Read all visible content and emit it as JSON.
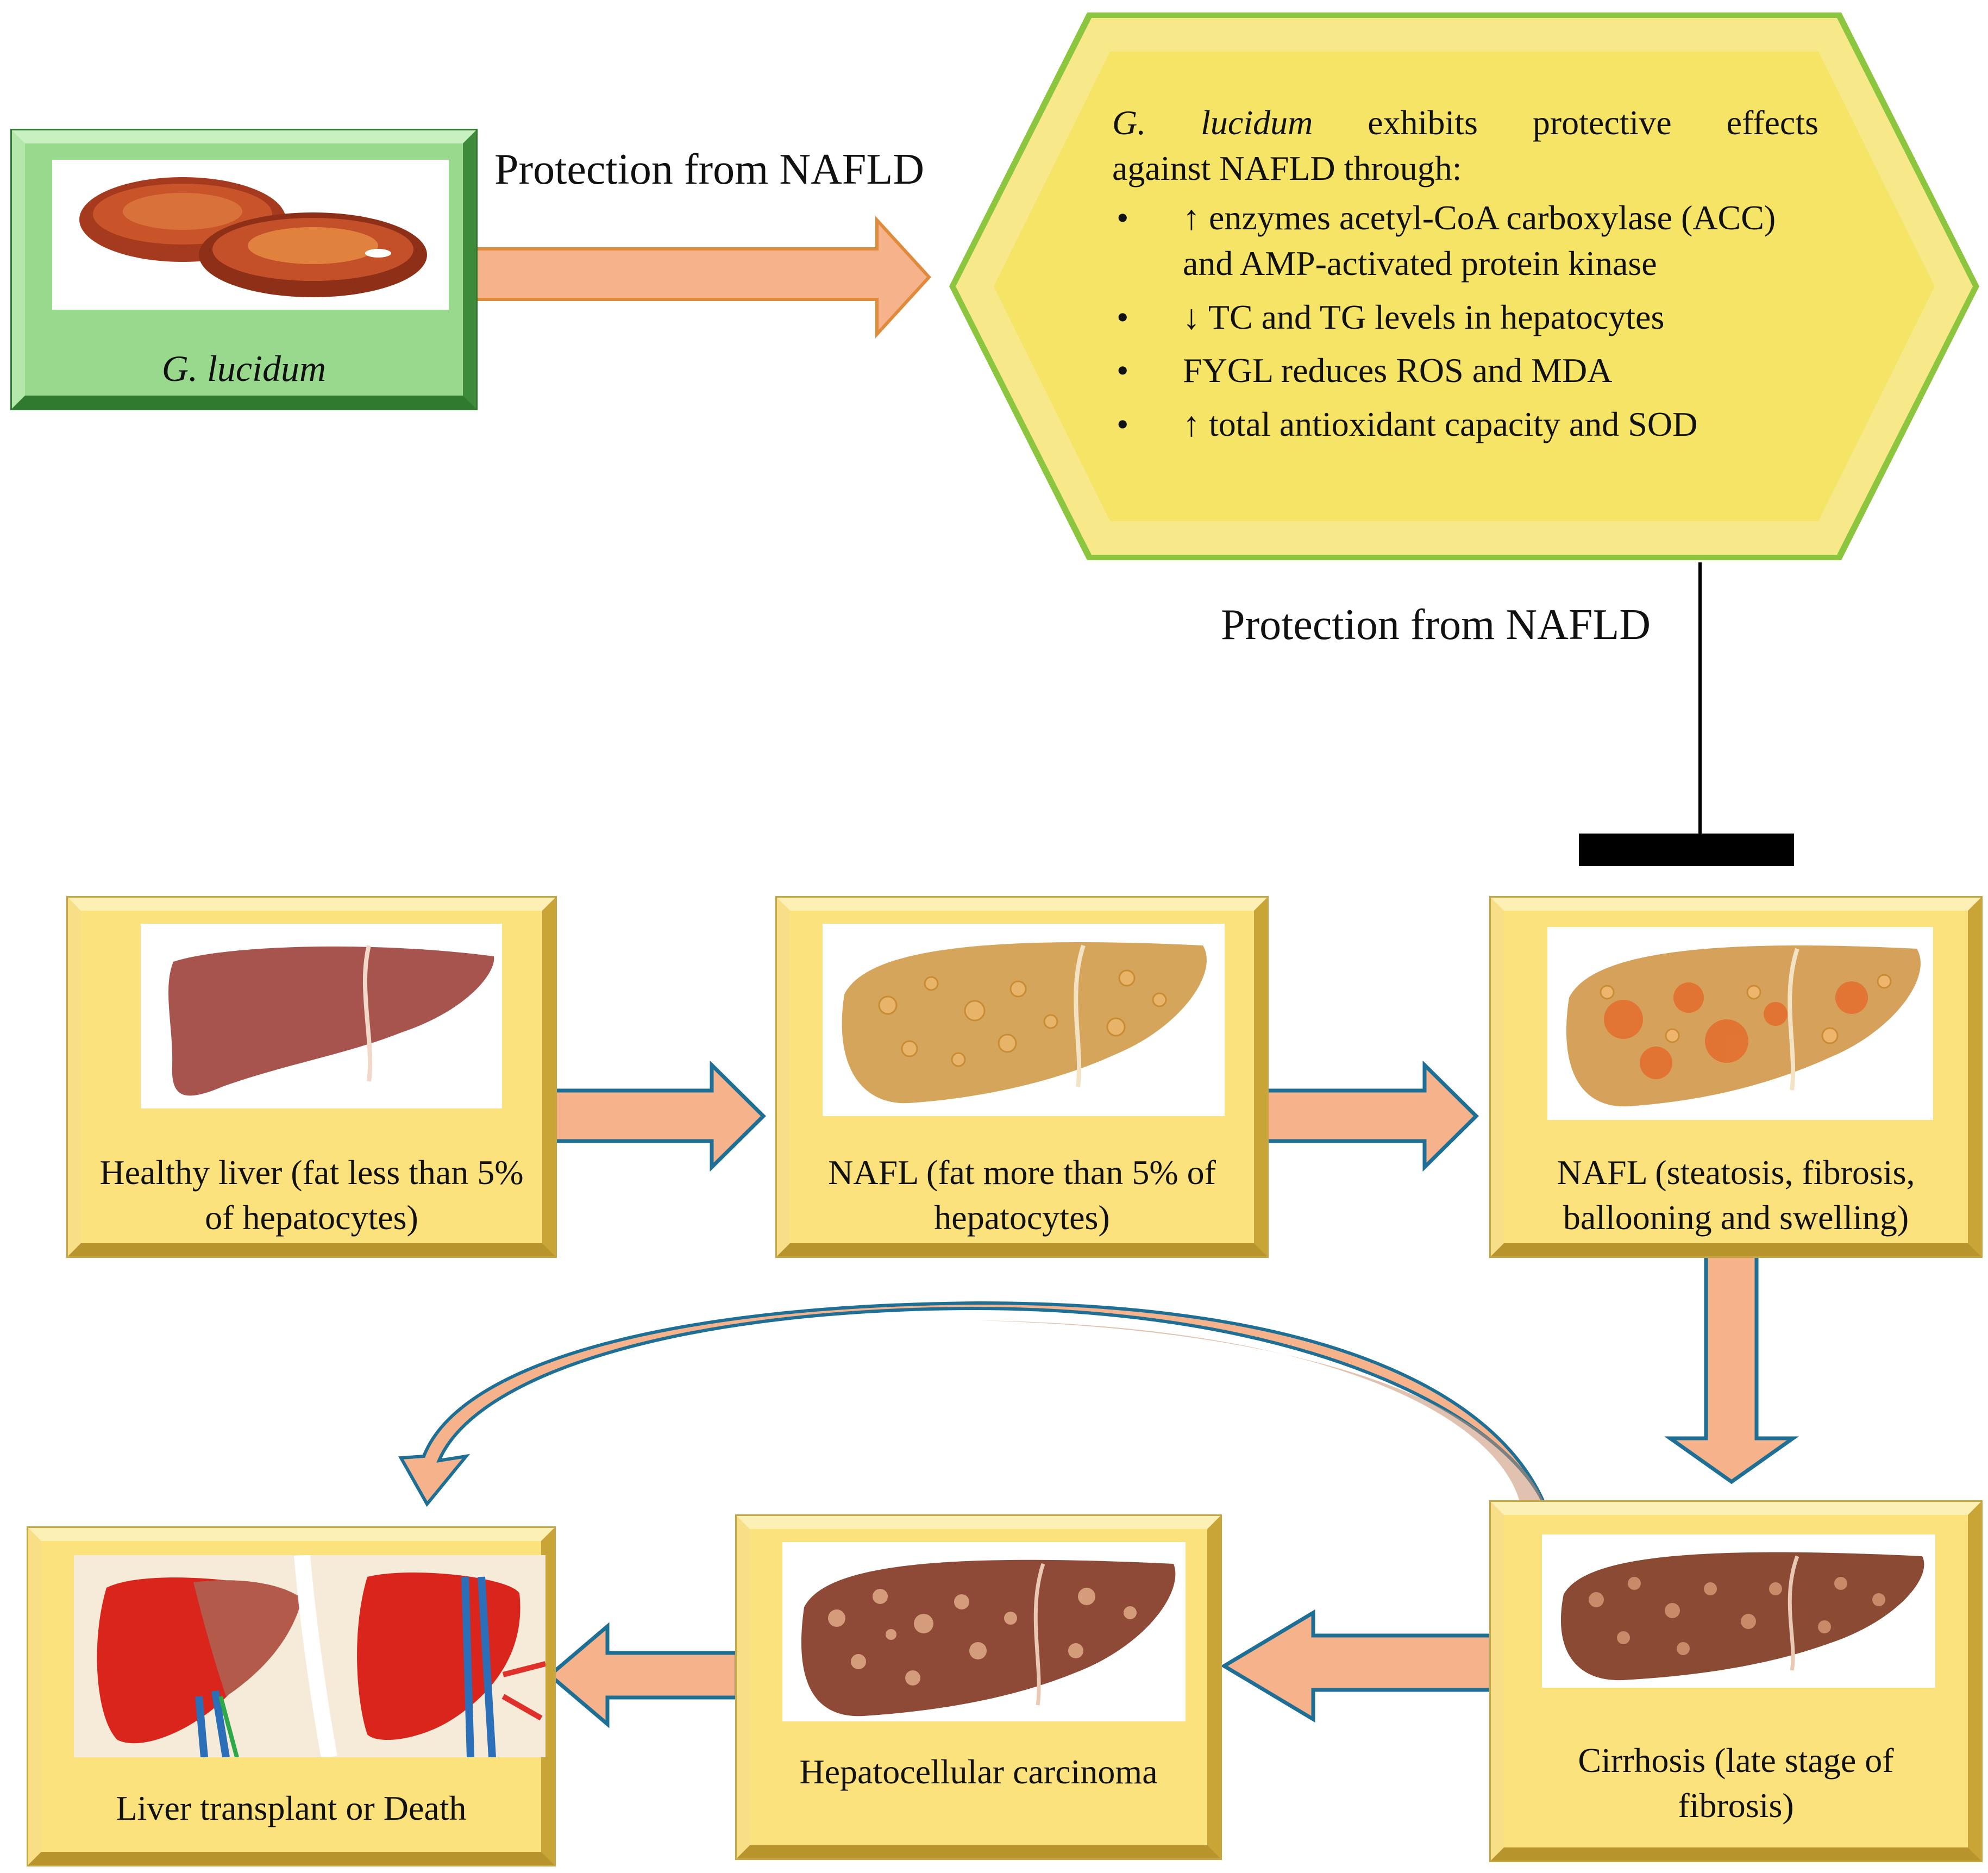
{
  "top": {
    "mushroom_label": "G. lucidum",
    "arrow_label": "Protection from NAFLD",
    "hexagon": {
      "intro_species": "G.",
      "intro_species2": "lucidum",
      "intro_rest_line1": "exhibits protective effects",
      "intro_line2": "against NAFLD through:",
      "bullet_symbol": "•",
      "bullets": [
        "↑ enzymes acetyl-CoA carboxylase (ACC) and AMP-activated protein kinase",
        "↓ TC and TG levels in hepatocytes",
        "FYGL reduces ROS and MDA",
        "↑ total antioxidant capacity and SOD"
      ]
    },
    "inhibition_label": "Protection from NAFLD"
  },
  "stages": [
    {
      "caption": "Healthy liver (fat less than 5% of hepatocytes)"
    },
    {
      "caption": "NAFL (fat more than 5% of hepatocytes)"
    },
    {
      "caption": "NAFL (steatosis, fibrosis, ballooning and swelling)"
    },
    {
      "caption": "Cirrhosis (late stage of fibrosis)"
    },
    {
      "caption": "Hepatocellular carcinoma"
    },
    {
      "caption": "Liver transplant or Death"
    }
  ],
  "colors": {
    "arrow_fill": "#f6b28a",
    "arrow_stroke_orange": "#e08a3c",
    "arrow_stroke_blue": "#1d6f95",
    "hexagon_fill": "#f5e466",
    "hexagon_border": "#8cc63f",
    "stage_box": "#fbe27d",
    "mushroom_box": "#98d98e"
  }
}
